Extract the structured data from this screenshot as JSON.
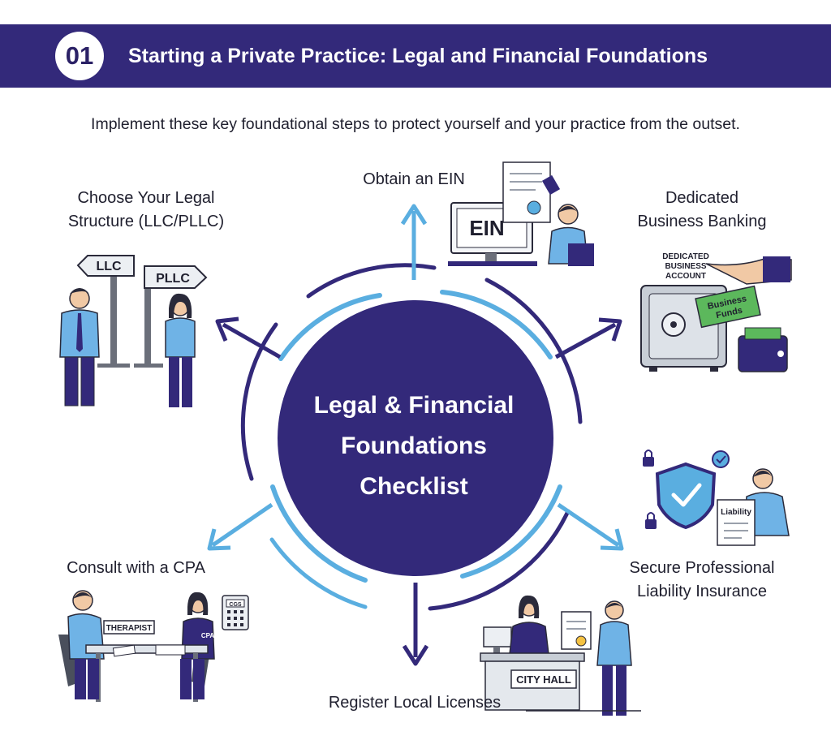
{
  "header": {
    "number": "01",
    "title": "Starting a Private Practice: Legal and Financial Foundations"
  },
  "subtitle": "Implement these key foundational steps to protect yourself and your practice from the outset.",
  "center": {
    "line1": "Legal & Financial",
    "line2": "Foundations",
    "line3": "Checklist"
  },
  "steps": {
    "legal_structure": {
      "line1": "Choose Your Legal",
      "line2": "Structure (LLC/PLLC)"
    },
    "ein": {
      "line1": "Obtain an EIN"
    },
    "banking": {
      "line1": "Dedicated",
      "line2": "Business Banking"
    },
    "insurance": {
      "line1": "Secure Professional",
      "line2": "Liability Insurance"
    },
    "licenses": {
      "line1": "Register Local Licenses"
    },
    "cpa": {
      "line1": "Consult with a CPA"
    }
  },
  "illustration_text": {
    "sign_llc": "LLC",
    "sign_pllc": "PLLC",
    "ein_screen": "EIN",
    "account_line1": "DEDICATED",
    "account_line2": "BUSINESS",
    "account_line3": "ACCOUNT",
    "funds_line1": "Business",
    "funds_line2": "Funds",
    "liability": "Liability",
    "city_hall": "CITY HALL",
    "therapist": "THERAPIST",
    "cpa_badge": "CPA",
    "calculator": "CGS"
  },
  "colors": {
    "navy": "#33297a",
    "light_blue": "#5aaee0",
    "shirt_blue": "#6fb3e6",
    "dark_navy": "#2b2166",
    "green": "#5cb85c"
  }
}
